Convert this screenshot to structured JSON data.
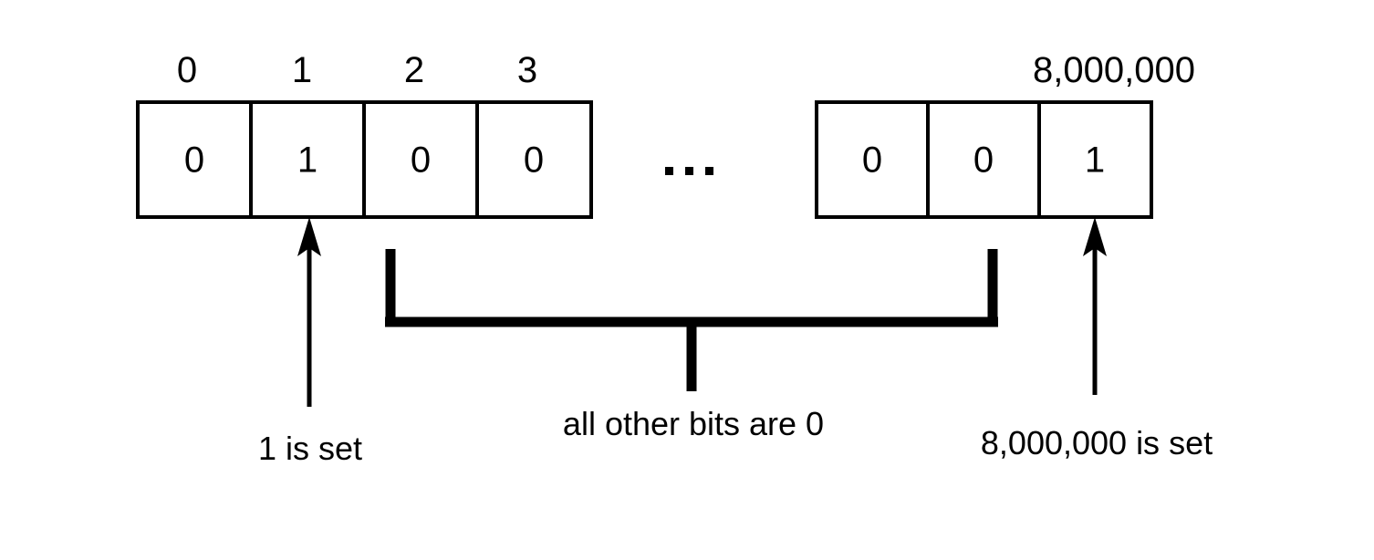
{
  "figure": {
    "background_color": "#ffffff",
    "ink_color": "#000000",
    "left_array": {
      "headers": [
        "0",
        "1",
        "2",
        "3"
      ],
      "values": [
        "0",
        "1",
        "0",
        "0"
      ]
    },
    "ellipsis": "...",
    "right_array": {
      "header_last": "8,000,000",
      "values": [
        "0",
        "0",
        "1"
      ]
    },
    "callouts": {
      "left": "1 is set",
      "middle": "all other bits are 0",
      "right": "8,000,000 is set"
    }
  }
}
